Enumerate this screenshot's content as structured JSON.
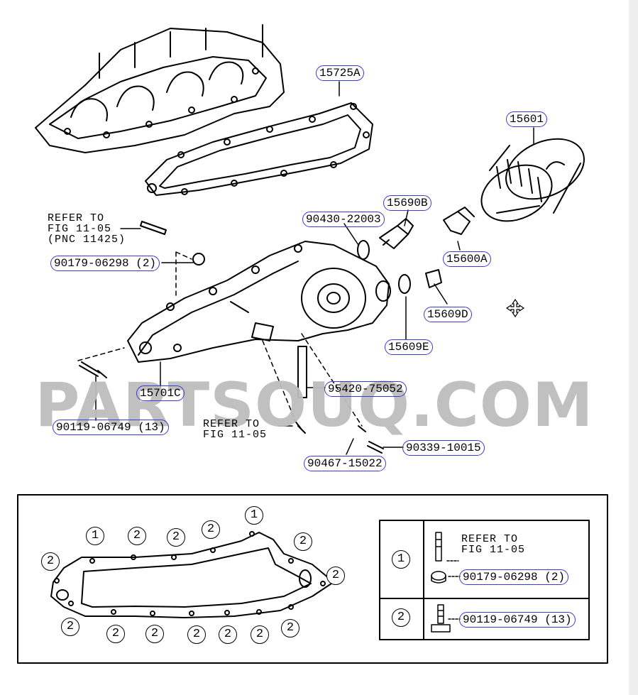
{
  "watermark": "PARTSOUQ.COM",
  "callouts": {
    "p15725A": "15725A",
    "p15601": "15601",
    "p15690B": "15690B",
    "p90430": "90430-22003",
    "p90179": "90179-06298 (2)",
    "p15600A": "15600A",
    "p15609D": "15609D",
    "p15609E": "15609E",
    "p15701C": "15701C",
    "p95420": "95420-75052",
    "p90119": "90119-06749 (13)",
    "p90339": "90339-10015",
    "p90467": "90467-15022"
  },
  "refer_top": [
    "REFER TO",
    "FIG 11-05",
    "(PNC 11425)"
  ],
  "refer_mid": [
    "REFER TO",
    "FIG 11-05"
  ],
  "gasket_marks": {
    "one": "1",
    "two": "2"
  },
  "legend": {
    "row1_mark": "1",
    "row1_refer": [
      "REFER TO",
      "FIG 11-05"
    ],
    "row1_part": "90179-06298 (2)",
    "row2_mark": "2",
    "row2_part": "90119-06749 (13)"
  },
  "colors": {
    "highlight": "#3a3ad6",
    "watermark": "#bdbdbd",
    "line": "#000000"
  },
  "icons": {
    "move": "move-cursor-icon"
  }
}
